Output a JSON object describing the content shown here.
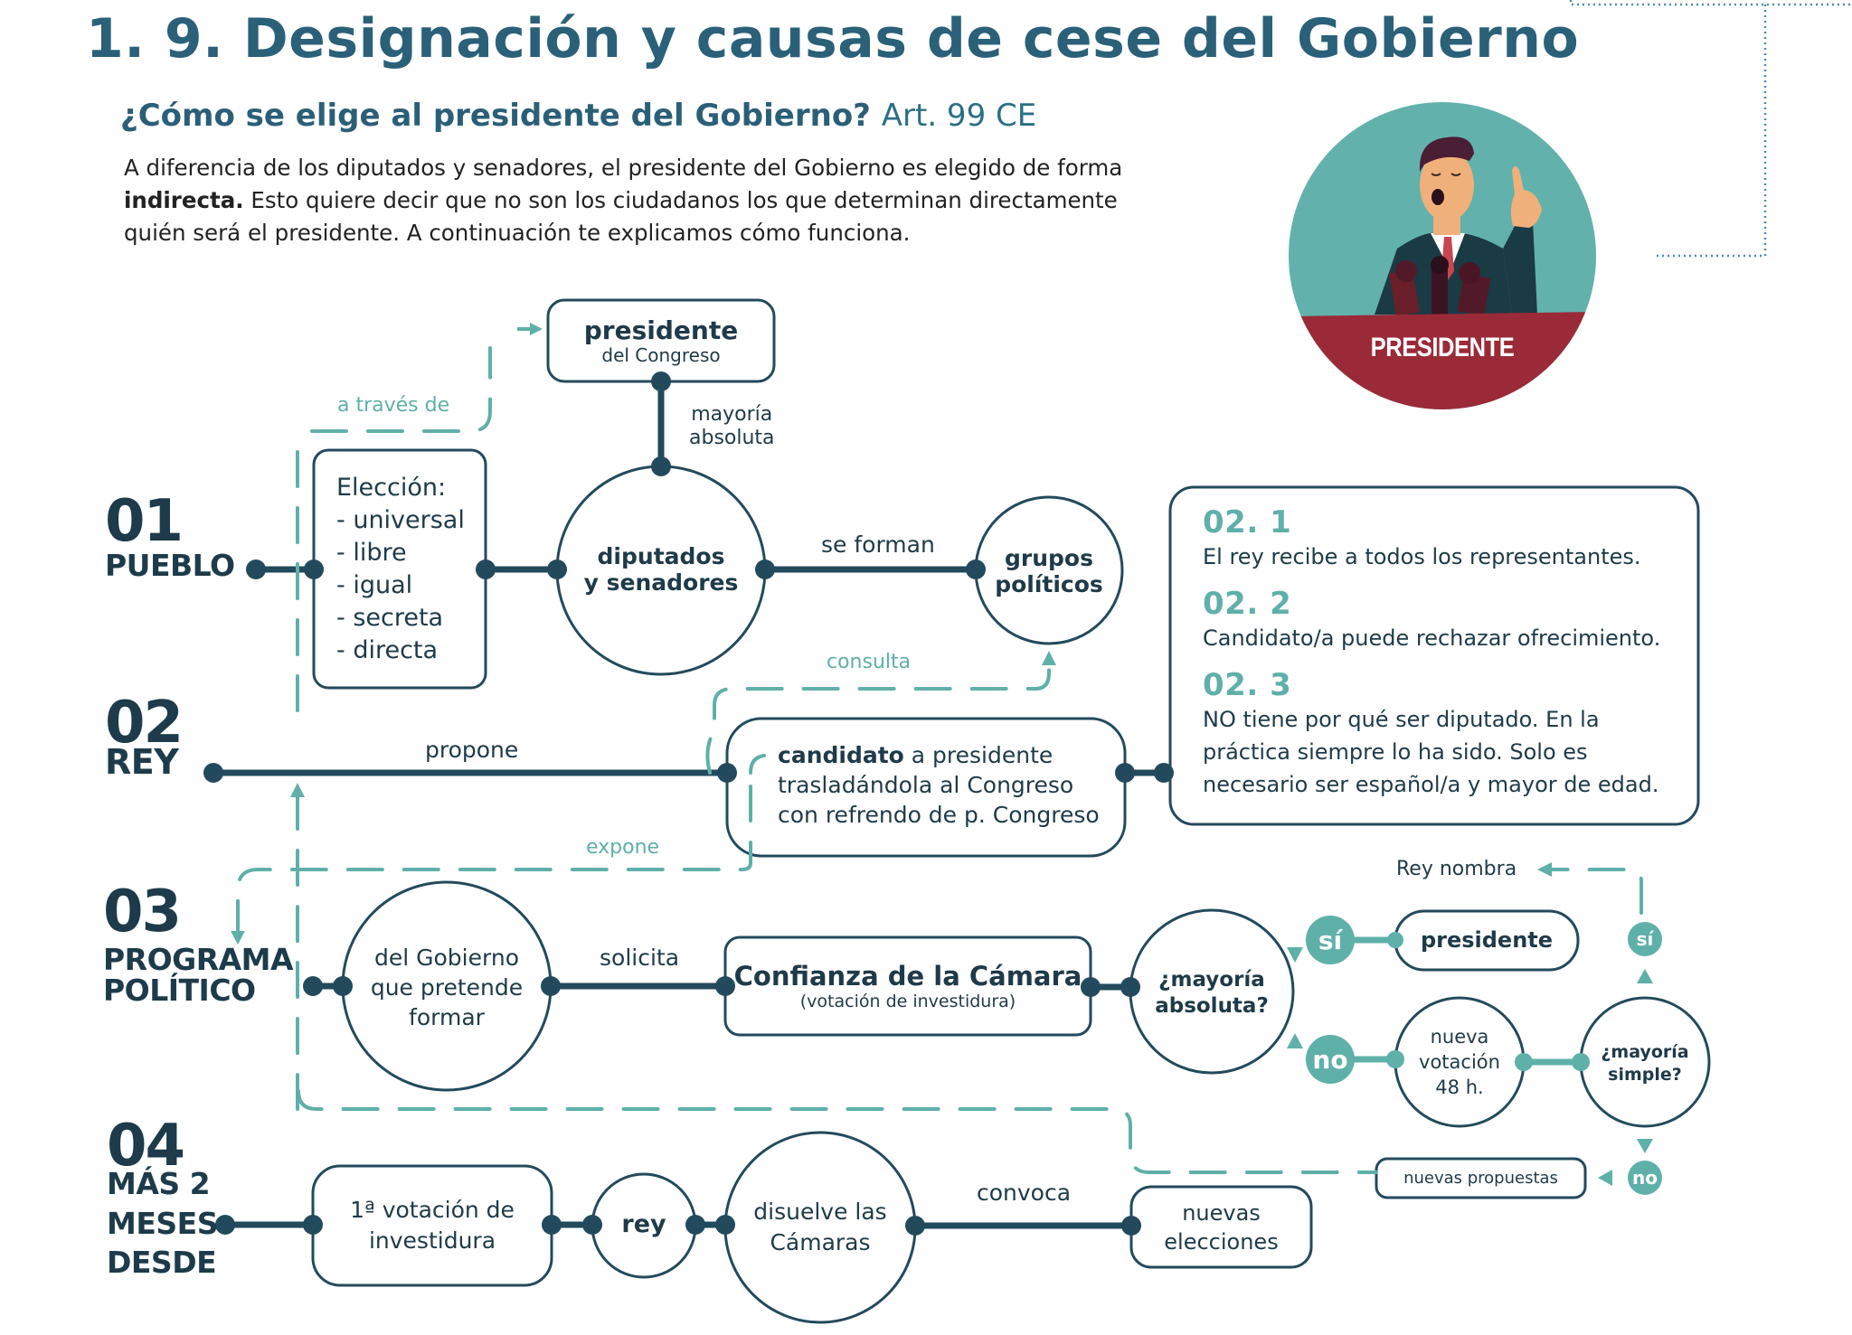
{
  "header": {
    "title": "1. 9. Designación y causas de cese del Gobierno",
    "subtitle": "¿Cómo se elige al presidente del Gobierno?",
    "subtitle_ref": "Art. 99 CE",
    "intro_before": "A diferencia de los diputados y senadores, el presidente del Gobierno es elegido de forma ",
    "intro_bold": "indirecta.",
    "intro_after": " Esto quiere decir que no son  los ciudadanos los que determinan directamente quién será el presidente. A continuación te explicamos cómo funciona."
  },
  "illustration": {
    "label": "PRESIDENTE",
    "colors": {
      "sky": "#62b1ac",
      "counter": "#9b2a38",
      "suit": "#1a3a44",
      "skin": "#f0b07c",
      "hair": "#4a1e34"
    }
  },
  "colors": {
    "dark": "#234a5c",
    "teal": "#5fb0a9",
    "title": "#2b6079"
  },
  "steps": [
    {
      "num": "01",
      "label_lines": [
        "PUEBLO"
      ]
    },
    {
      "num": "02",
      "label_lines": [
        "REY"
      ]
    },
    {
      "num": "03",
      "label_lines": [
        "PROGRAMA",
        "POLÍTICO"
      ]
    },
    {
      "num": "04",
      "label_lines": [
        "MÁS 2",
        "MESES",
        "DESDE"
      ]
    }
  ],
  "row1": {
    "eleccion_title": "Elección:",
    "eleccion_items": [
      "- universal",
      "- libre",
      "- igual",
      "- secreta",
      "- directa"
    ],
    "a_traves_de": "a través de",
    "presidente_congreso_bold": "presidente",
    "presidente_congreso_sub": "del Congreso",
    "mayoria_absoluta_line1": "mayoría",
    "mayoria_absoluta_line2": "absoluta",
    "diputados_line1": "diputados",
    "diputados_line2": "y senadores",
    "se_forman": "se forman",
    "grupos_line1": "grupos",
    "grupos_line2": "políticos"
  },
  "row2": {
    "consulta": "consulta",
    "propone": "propone",
    "candidato_bold": "candidato",
    "candidato_rest": " a presidente",
    "candidato_line2": "trasladándola al Congreso",
    "candidato_line3": "con refrendo de p. Congreso",
    "expone": "expone"
  },
  "info_box": {
    "items": [
      {
        "num": "02. 1",
        "text": "El rey recibe a todos los representantes."
      },
      {
        "num": "02. 2",
        "text": "Candidato/a puede rechazar ofrecimiento."
      },
      {
        "num": "02. 3",
        "text": "NO tiene por qué ser diputado. En la práctica siempre lo ha sido. Solo es necesario ser español/a y mayor de edad."
      }
    ]
  },
  "row3": {
    "gobierno_line1": "del Gobierno",
    "gobierno_line2": "que pretende",
    "gobierno_line3": "formar",
    "solicita": "solicita",
    "confianza_title": "Confianza de la Cámara",
    "confianza_sub": "(votación de investidura)",
    "mayoria_abs_line1": "¿mayoría",
    "mayoria_abs_line2": "absoluta?",
    "si": "sí",
    "no": "no",
    "presidente": "presidente",
    "nueva_votacion_line1": "nueva",
    "nueva_votacion_line2": "votación",
    "nueva_votacion_line3": "48 h.",
    "mayoria_simple_line1": "¿mayoría",
    "mayoria_simple_line2": "simple?",
    "rey_nombra": "Rey nombra",
    "nuevas_propuestas": "nuevas propuestas"
  },
  "row4": {
    "votacion_line1": "1ª votación de",
    "votacion_line2": "investidura",
    "rey": "rey",
    "disuelve_line1": "disuelve las",
    "disuelve_line2": "Cámaras",
    "convoca": "convoca",
    "elecciones_line1": "nuevas",
    "elecciones_line2": "elecciones"
  }
}
